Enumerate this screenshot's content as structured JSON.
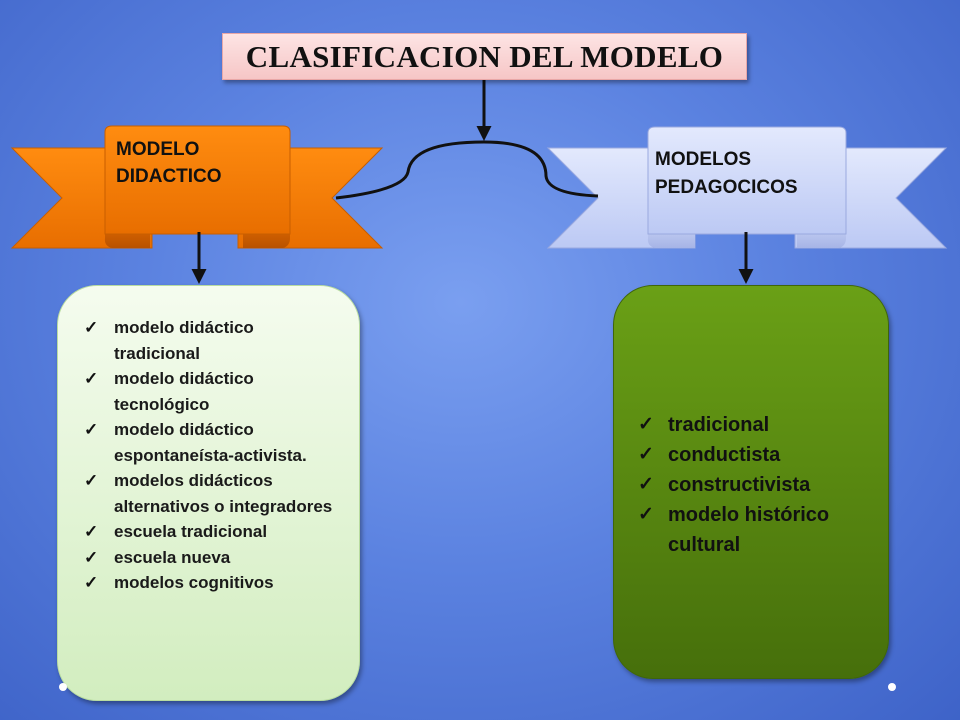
{
  "title": "CLASIFICACION DEL MODELO",
  "left_branch": {
    "label_line1": "MODELO",
    "label_line2": "DIDACTICO",
    "items": [
      "modelo didáctico tradicional",
      "modelo didáctico tecnológico",
      "modelo didáctico espontaneísta-activista.",
      "modelos didácticos alternativos o integradores",
      "escuela tradicional",
      "escuela nueva",
      "modelos cognitivos"
    ]
  },
  "right_branch": {
    "label_line1": "MODELOS",
    "label_line2": "PEDAGOCICOS",
    "items": [
      "tradicional",
      "conductista",
      "constructivista",
      "modelo histórico cultural"
    ]
  },
  "check_glyph": "✓",
  "colors": {
    "background": "#5b82e0",
    "title_fill": "#f8d0d0",
    "ribbon_left": "#f07800",
    "ribbon_right": "#cfd9fb",
    "box_left": "#e6f5da",
    "box_right": "#5a8a10"
  }
}
